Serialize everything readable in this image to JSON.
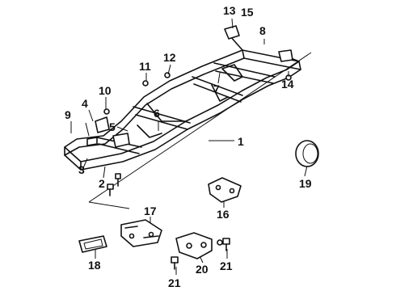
{
  "callouts": {
    "c1": "1",
    "c2": "2",
    "c3": "3",
    "c4": "4",
    "c5": "5",
    "c6": "6",
    "c7": "7",
    "c8": "8",
    "c9": "9",
    "c10": "10",
    "c11": "11",
    "c12": "12",
    "c13": "13",
    "c14": "14",
    "c15": "15",
    "c16": "16",
    "c17": "17",
    "c18": "18",
    "c19": "19",
    "c20": "20",
    "c21a": "21",
    "c21b": "21"
  },
  "colors": {
    "line": "#111111",
    "background": "#ffffff"
  }
}
